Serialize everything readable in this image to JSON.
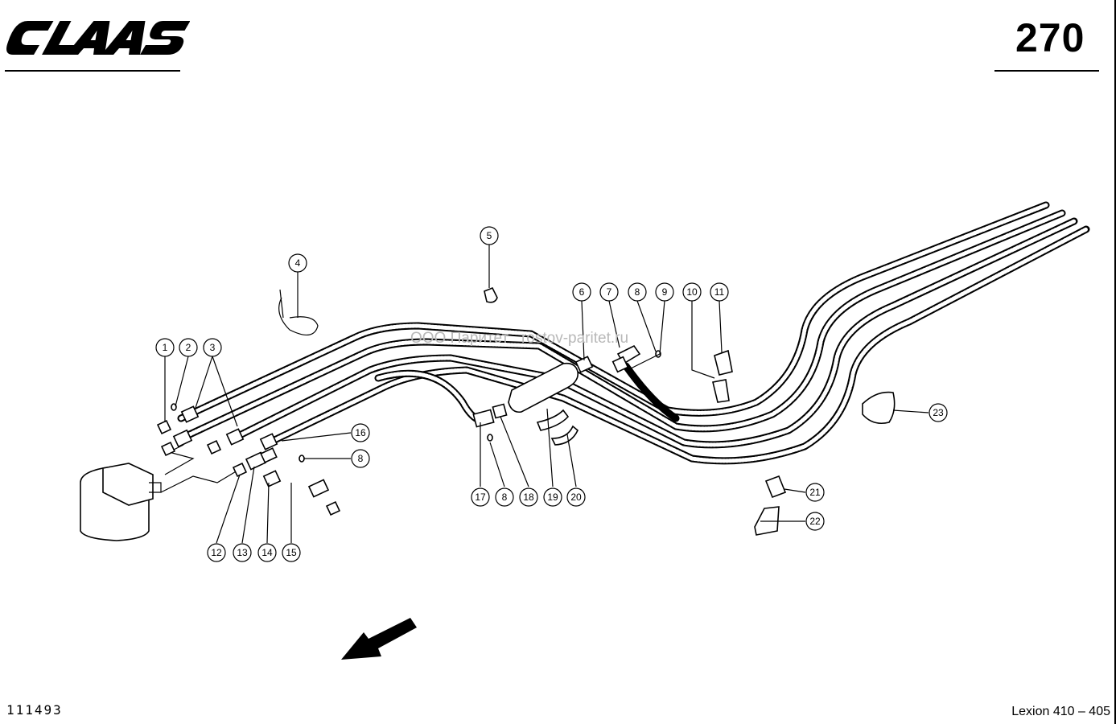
{
  "header": {
    "brand": "CLAAS",
    "page_number": "270"
  },
  "footer": {
    "diagram_id": "111493",
    "model": "Lexion 410 – 405"
  },
  "watermark": "ООО Паритет   rostov-paritet.ru",
  "callouts": [
    "1",
    "2",
    "3",
    "4",
    "5",
    "6",
    "7",
    "8",
    "9",
    "10",
    "11",
    "12",
    "13",
    "14",
    "15",
    "16",
    "8",
    "17",
    "8",
    "18",
    "19",
    "20",
    "21",
    "22",
    "23"
  ]
}
